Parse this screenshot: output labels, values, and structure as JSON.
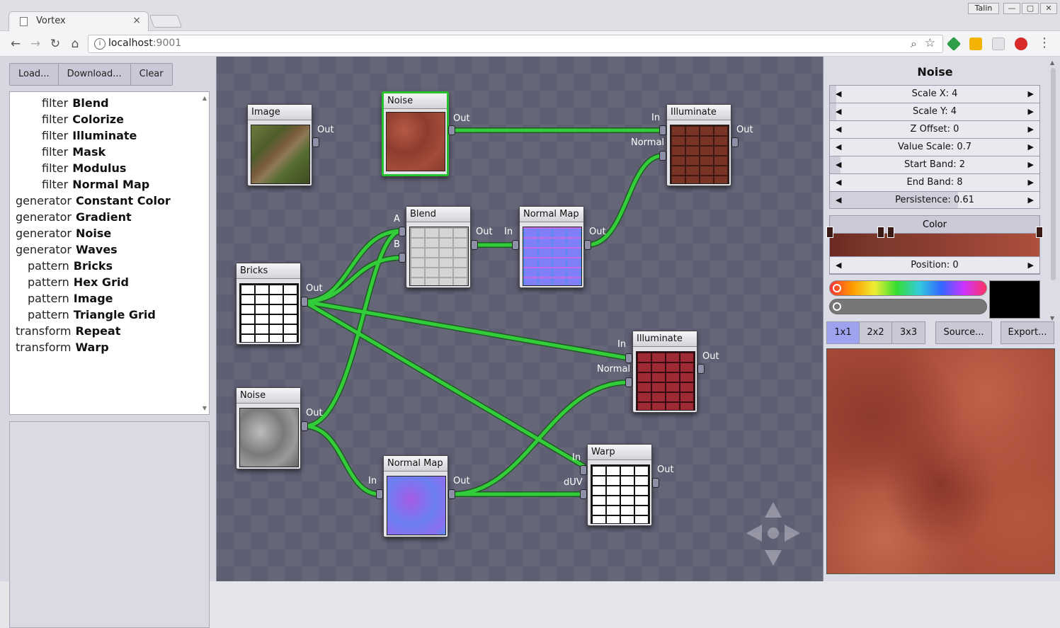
{
  "browser": {
    "tab_title": "Vortex",
    "tab_close": "×",
    "url_host": "localhost",
    "url_port": ":9001",
    "profile_name": "Talin",
    "win_minimize": "—",
    "win_maximize": "▢",
    "win_close": "✕"
  },
  "toolbar": {
    "load_label": "Load...",
    "download_label": "Download...",
    "clear_label": "Clear"
  },
  "catalog": {
    "items": [
      {
        "category": "filter",
        "name": "Blend"
      },
      {
        "category": "filter",
        "name": "Colorize"
      },
      {
        "category": "filter",
        "name": "Illuminate"
      },
      {
        "category": "filter",
        "name": "Mask"
      },
      {
        "category": "filter",
        "name": "Modulus"
      },
      {
        "category": "filter",
        "name": "Normal Map"
      },
      {
        "category": "generator",
        "name": "Constant Color"
      },
      {
        "category": "generator",
        "name": "Gradient"
      },
      {
        "category": "generator",
        "name": "Noise"
      },
      {
        "category": "generator",
        "name": "Waves"
      },
      {
        "category": "pattern",
        "name": "Bricks"
      },
      {
        "category": "pattern",
        "name": "Hex Grid"
      },
      {
        "category": "pattern",
        "name": "Image"
      },
      {
        "category": "pattern",
        "name": "Triangle Grid"
      },
      {
        "category": "transform",
        "name": "Repeat"
      },
      {
        "category": "transform",
        "name": "Warp"
      }
    ]
  },
  "graph": {
    "nodes": {
      "image": {
        "title": "Image",
        "out": "Out"
      },
      "noise_top": {
        "title": "Noise",
        "out": "Out"
      },
      "illuminate_top": {
        "title": "Illuminate",
        "in": "In",
        "normal": "Normal",
        "out": "Out"
      },
      "blend": {
        "title": "Blend",
        "a": "A",
        "b": "B",
        "out": "Out"
      },
      "normalmap_top": {
        "title": "Normal Map",
        "in": "In",
        "out": "Out"
      },
      "bricks": {
        "title": "Bricks",
        "out": "Out"
      },
      "illuminate_mid": {
        "title": "Illuminate",
        "in": "In",
        "normal": "Normal",
        "out": "Out"
      },
      "noise_bottom": {
        "title": "Noise",
        "out": "Out"
      },
      "normalmap_bottom": {
        "title": "Normal Map",
        "in": "In",
        "out": "Out"
      },
      "warp": {
        "title": "Warp",
        "in": "In",
        "duv": "dUV",
        "out": "Out"
      }
    }
  },
  "inspector": {
    "title": "Noise",
    "params": [
      {
        "label": "Scale X: 4",
        "fill": 0.03
      },
      {
        "label": "Scale Y: 4",
        "fill": 0.03
      },
      {
        "label": "Z Offset: 0",
        "fill": 0.0
      },
      {
        "label": "Value Scale: 0.7",
        "fill": 0.0
      },
      {
        "label": "Start Band: 2",
        "fill": 0.05
      },
      {
        "label": "End Band: 8",
        "fill": 0.0
      },
      {
        "label": "Persistence: 0.61",
        "fill": 0.61
      }
    ],
    "color_label": "Color",
    "position_label": "Position: 0",
    "swatch_color": "#000000"
  },
  "preview_controls": {
    "tiles": [
      "1x1",
      "2x2",
      "3x3"
    ],
    "selected_tile": "1x1",
    "source_label": "Source...",
    "export_label": "Export..."
  },
  "colors": {
    "wire": "#33cc3a",
    "selected_border": "#27c02e",
    "canvas_bg": "#5f5f73",
    "accent_tile": "#9ea3f0"
  }
}
